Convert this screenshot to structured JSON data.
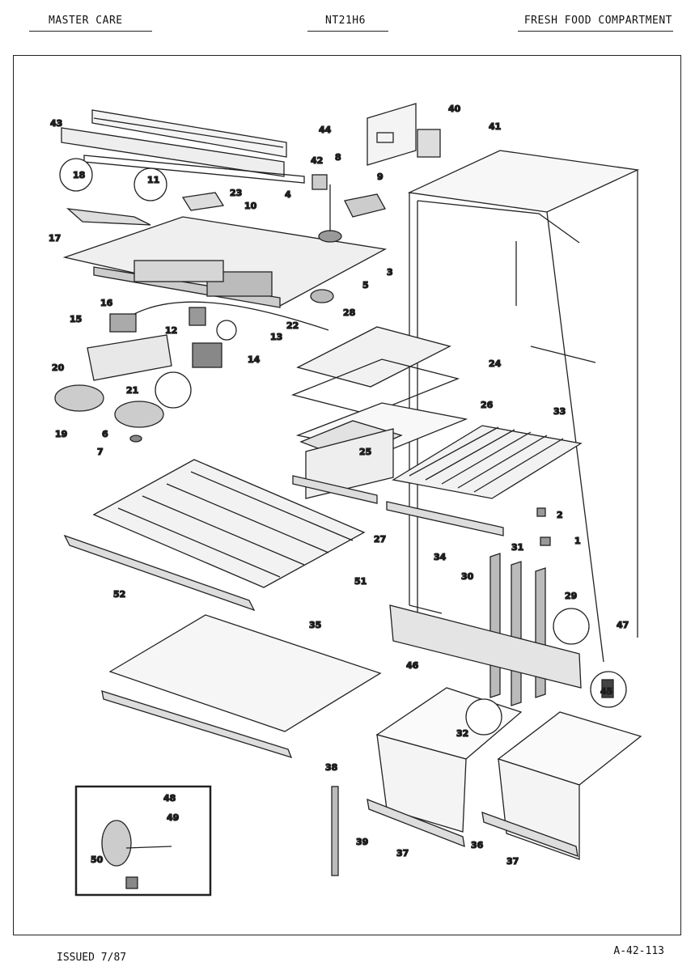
{
  "header": {
    "left": "MASTER CARE",
    "center": "NT21H6",
    "right": "FRESH FOOD COMPARTMENT"
  },
  "footer": {
    "left": "ISSUED 7/87",
    "right": "A-42-113"
  },
  "callouts": {
    "c1": "1",
    "c2": "2",
    "c3": "3",
    "c4": "4",
    "c5": "5",
    "c6": "6",
    "c7": "7",
    "c8": "8",
    "c9": "9",
    "c10": "10",
    "c11": "11",
    "c12": "12",
    "c13": "13",
    "c14": "14",
    "c15": "15",
    "c16": "16",
    "c17": "17",
    "c18": "18",
    "c19": "19",
    "c20": "20",
    "c21": "21",
    "c22": "22",
    "c23": "23",
    "c24": "24",
    "c25": "25",
    "c26": "26",
    "c27": "27",
    "c28": "28",
    "c29": "29",
    "c30": "30",
    "c31": "31",
    "c32": "32",
    "c33": "33",
    "c34": "34",
    "c35": "35",
    "c36": "36",
    "c37a": "37",
    "c37b": "37",
    "c38": "38",
    "c39": "39",
    "c40": "40",
    "c41": "41",
    "c42": "42",
    "c43": "43",
    "c44": "44",
    "c45": "45",
    "c46": "46",
    "c47": "47",
    "c48": "48",
    "c49": "49",
    "c50": "50",
    "c51": "51",
    "c52": "52"
  }
}
